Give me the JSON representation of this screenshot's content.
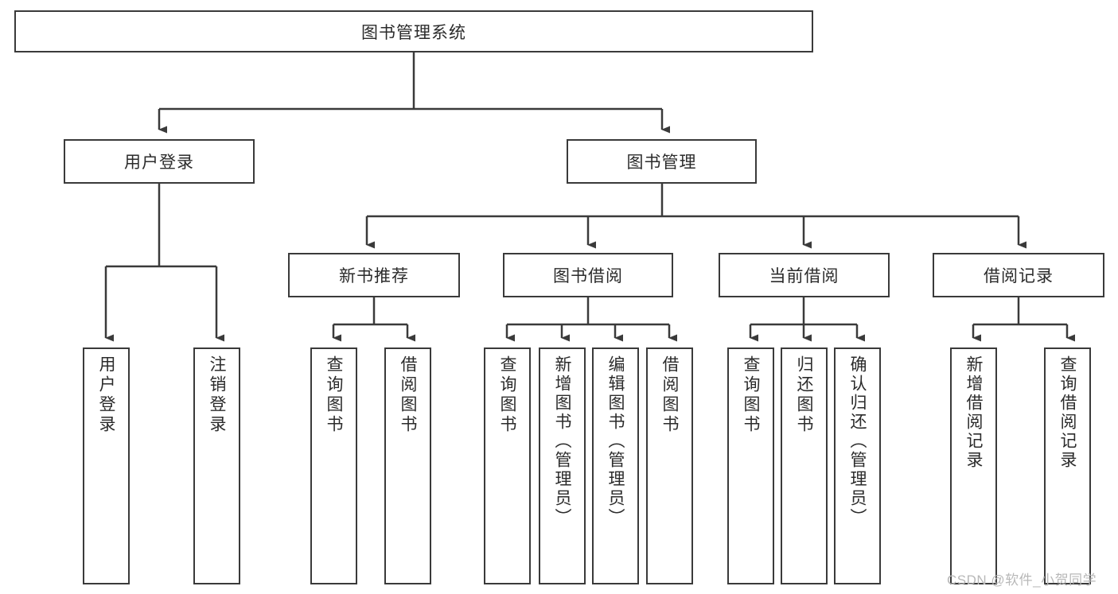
{
  "diagram": {
    "title": "图书管理系统",
    "type": "hierarchy-tree",
    "line_color": "#3a3a3a",
    "text_color": "#2b2b2b",
    "background_color": "#ffffff",
    "nodes": {
      "root": {
        "label": "图书管理系统"
      },
      "level1": [
        {
          "id": "user-login",
          "label": "用户登录"
        },
        {
          "id": "book-manage",
          "label": "图书管理"
        }
      ],
      "level2": [
        {
          "id": "new-book-recommend",
          "label": "新书推荐"
        },
        {
          "id": "book-borrow",
          "label": "图书借阅"
        },
        {
          "id": "current-borrow",
          "label": "当前借阅"
        },
        {
          "id": "borrow-record",
          "label": "借阅记录"
        }
      ],
      "leaves": {
        "user-login": [
          {
            "id": "leaf-user-login",
            "label": "用户登录"
          },
          {
            "id": "leaf-logout-login",
            "label": "注销登录"
          }
        ],
        "new-book-recommend": [
          {
            "id": "leaf-query-book-1",
            "label": "查询图书"
          },
          {
            "id": "leaf-borrow-book-1",
            "label": "借阅图书"
          }
        ],
        "book-borrow": [
          {
            "id": "leaf-query-book-2",
            "label": "查询图书"
          },
          {
            "id": "leaf-add-book",
            "label": "新增图书（管理员）"
          },
          {
            "id": "leaf-edit-book",
            "label": "编辑图书（管理员）"
          },
          {
            "id": "leaf-borrow-book-2",
            "label": "借阅图书"
          }
        ],
        "current-borrow": [
          {
            "id": "leaf-query-book-3",
            "label": "查询图书"
          },
          {
            "id": "leaf-return-book",
            "label": "归还图书"
          },
          {
            "id": "leaf-confirm-return",
            "label": "确认归还（管理员）"
          }
        ],
        "borrow-record": [
          {
            "id": "leaf-add-record",
            "label": "新增借阅记录"
          },
          {
            "id": "leaf-query-record",
            "label": "查询借阅记录"
          }
        ]
      }
    }
  },
  "watermark": {
    "text": "CSDN @软件_小贺同学"
  }
}
